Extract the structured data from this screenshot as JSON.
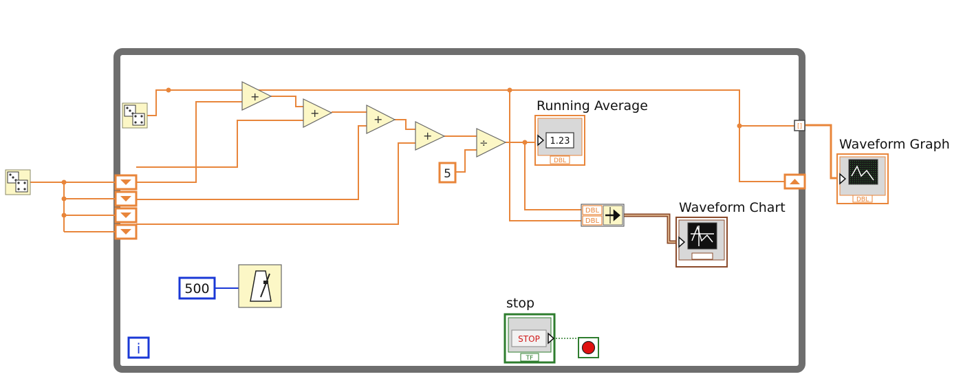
{
  "diagram": {
    "labels": {
      "running_average": "Running Average",
      "waveform_graph": "Waveform Graph",
      "waveform_chart": "Waveform Chart",
      "stop": "stop"
    },
    "constants": {
      "divisor": "5",
      "wait_ms": "500"
    },
    "terminal_text": {
      "numeric_indicator": "1.23",
      "dbl": "DBL",
      "bundle_top": "DBL",
      "bundle_bottom": "DBL",
      "stop_button": "STOP",
      "boolean_type": "TF",
      "iteration": "i"
    },
    "operators": {
      "add": "+",
      "divide": "÷"
    },
    "colors": {
      "wire_double": "#e8853a",
      "wire_integer": "#1a38d6",
      "wire_boolean": "#2e7d2e",
      "while_loop_border": "#6e6e6e",
      "node_fill": "#fcf7c6",
      "stop_red": "#e01010"
    }
  }
}
